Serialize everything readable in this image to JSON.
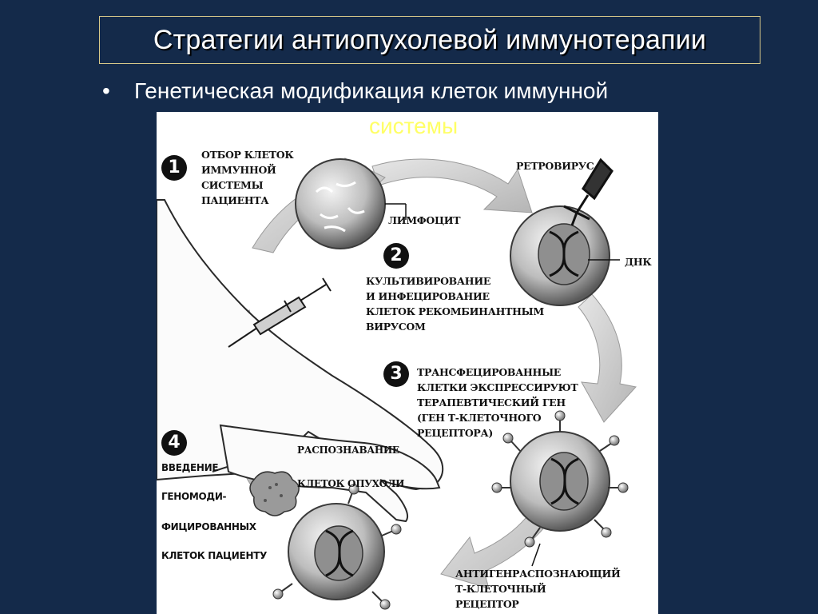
{
  "slide": {
    "title": "Стратегии антиопухолевой иммунотерапии",
    "bullet_line1": "Генетическая модификация клеток иммунной",
    "bullet_line2": "системы",
    "bullet_symbol": "•"
  },
  "diagram": {
    "steps": [
      {
        "number": "1",
        "lines": [
          "ОТБОР КЛЕТОК",
          "ИММУННОЙ",
          "СИСТЕМЫ",
          "ПАЦИЕНТА"
        ]
      },
      {
        "number": "2",
        "lines": [
          "КУЛЬТИВИРОВАНИЕ",
          "И ИНФЕЦИРОВАНИЕ",
          "КЛЕТОК РЕКОМБИНАНТНЫМ",
          "ВИРУСОМ"
        ]
      },
      {
        "number": "3",
        "lines": [
          "ТРАНСФЕЦИРОВАННЫЕ",
          "КЛЕТКИ ЭКСПРЕССИРУЮТ",
          "ТЕРАПЕВТИЧЕСКИЙ ГЕН",
          "(ГЕН Т-КЛЕТОЧНОГО",
          "РЕЦЕПТОРА)"
        ]
      },
      {
        "number": "4",
        "lines": [
          "ВВЕДЕНИЕ",
          "ГЕНОМОДИ-",
          "ФИЦИРОВАННЫХ",
          "КЛЕТОК ПАЦИЕНТУ"
        ]
      }
    ],
    "labels": {
      "lymphocyte": "ЛИМФОЦИТ",
      "retrovirus": "РЕТРОВИРУС",
      "dna": "ДНК",
      "recognition_line1": "РАСПОЗНАВАНИЕ",
      "recognition_line2": "КЛЕТОК ОПУХОЛИ",
      "receptor": [
        "АНТИГЕНРАСПОЗНАЮЩИЙ",
        "Т-КЛЕТОЧНЫЙ",
        "РЕЦЕПТОР"
      ]
    }
  },
  "colors": {
    "background": "#142a4a",
    "title_border": "#d9c98a",
    "title_text": "#ffffff",
    "bullet_continuation": "#ffff66",
    "figure_background": "#ffffff"
  }
}
